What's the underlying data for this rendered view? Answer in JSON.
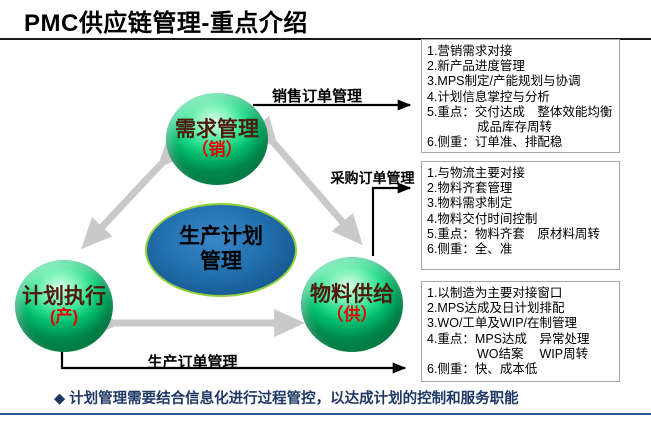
{
  "title": "PMC供应链管理-重点介绍",
  "diagram": {
    "center_node": {
      "line1": "生产计划",
      "line2": "管理"
    },
    "demand_node": {
      "label": "需求管理",
      "sub": "（销）"
    },
    "execution_node": {
      "label": "计划执行",
      "sub": "(产)"
    },
    "supply_node": {
      "label": "物料供给",
      "sub": "（供）"
    },
    "sales_arrow_label": "销售订单管理",
    "purchase_arrow_label": "采购订单管理",
    "production_arrow_label": "生产订单管理"
  },
  "boxes": {
    "demand_box": {
      "lines": [
        "1.营销需求对接",
        "2.新产品进度管理",
        "3.MPS制定/产能规划与协调",
        "4.计划信息掌控与分析",
        "5.重点：交付达成　整体效能均衡",
        "　　　　成品库存周转",
        "6.侧重：订单准、排配稳"
      ]
    },
    "supply_box": {
      "lines": [
        "1.与物流主要对接",
        "2.物料齐套管理",
        "3.物料需求制定",
        "4.物料交付时间控制",
        "5.重点：物料齐套　原材料周转",
        "6.侧重：全、准"
      ]
    },
    "production_box": {
      "lines": [
        "1.以制造为主要对接窗口",
        "2.MPS达成及日计划排配",
        "3.WO/工单及WIP/在制管理",
        "4.重点：MPS达成　异常处理",
        "　　　　WO结案　 WIP周转",
        "6.侧重：快、成本低"
      ]
    }
  },
  "footer": {
    "text": "◆ 计划管理需要结合信息化进行过程管控，以达成计划的控制和服务职能"
  },
  "colors": {
    "sphere_green": "#00BB6D",
    "center_blue": "#2270AE",
    "center_border_green": "#8FCF3A",
    "node_label_maroon": "#4E1B0C",
    "node_sub_red": "#E60000",
    "arrow_gray": "#C9C9C9",
    "arrow_black": "#000000",
    "footer_navy": "#1F3864",
    "bottom_rule_navy": "#2E5596",
    "box_border_gray": "#A6A6A6"
  }
}
